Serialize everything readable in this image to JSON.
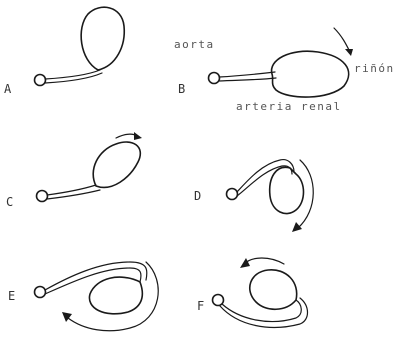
{
  "panels": [
    {
      "id": "A",
      "letter": "A"
    },
    {
      "id": "B",
      "letter": "B"
    },
    {
      "id": "C",
      "letter": "C"
    },
    {
      "id": "D",
      "letter": "D"
    },
    {
      "id": "E",
      "letter": "E"
    },
    {
      "id": "F",
      "letter": "F"
    }
  ],
  "labels": {
    "aorta": "aorta",
    "kidney": "riñón",
    "renal_artery": "arteria renal"
  },
  "colors": {
    "ink": "#1a1a1a",
    "text": "#555555",
    "background": "#ffffff"
  }
}
